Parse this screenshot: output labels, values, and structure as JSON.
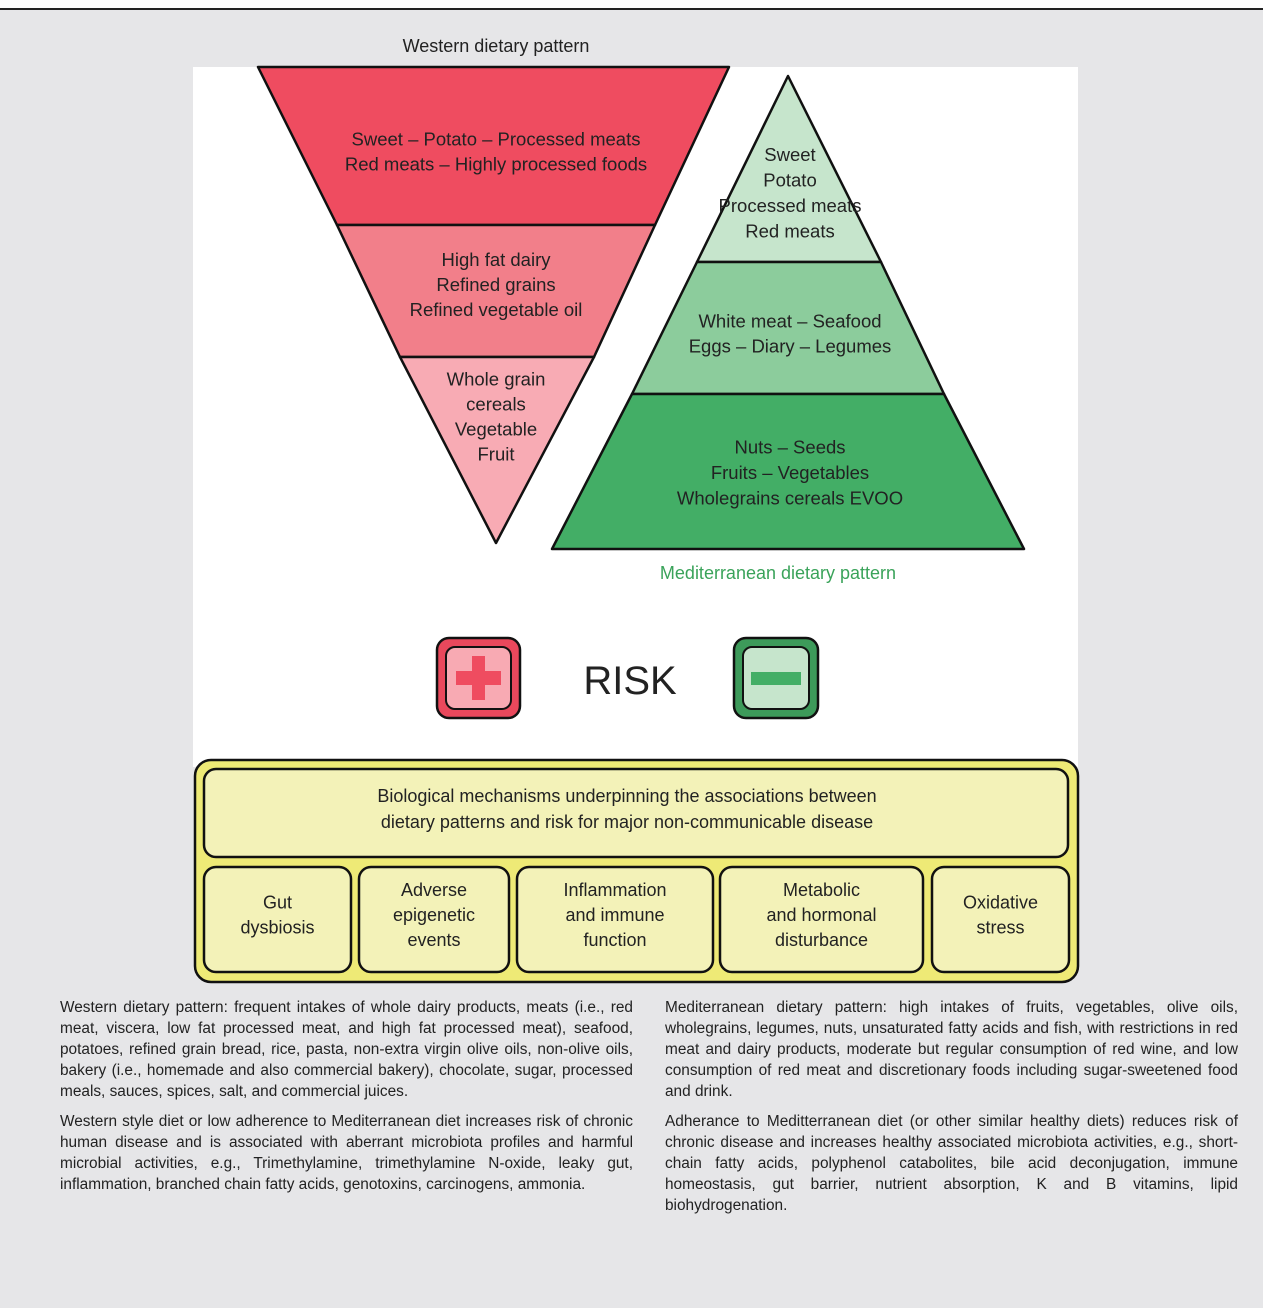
{
  "western": {
    "title": "Western dietary pattern",
    "tiers": [
      {
        "lines": [
          "Sweet – Potato – Processed meats",
          "Red meats – Highly processed foods"
        ]
      },
      {
        "lines": [
          "High fat dairy",
          "Refined grains",
          "Refined vegetable oil"
        ]
      },
      {
        "lines": [
          "Whole grain",
          "cereals",
          "Vegetable",
          "Fruit"
        ]
      }
    ],
    "colors": {
      "tier1": "#ef4c60",
      "tier2": "#f27f8a",
      "tier3": "#f8abb4",
      "outline": "#111111"
    }
  },
  "mediterranean": {
    "title": "Mediterranean dietary pattern",
    "title_color": "#3aa35a",
    "tiers": [
      {
        "lines": [
          "Sweet",
          "Potato",
          "Processed meats",
          "Red meats"
        ]
      },
      {
        "lines": [
          "White meat – Seafood",
          "Eggs – Diary – Legumes"
        ]
      },
      {
        "lines": [
          "Nuts – Seeds",
          "Fruits – Vegetables",
          "Wholegrains cereals EVOO"
        ]
      }
    ],
    "colors": {
      "tier1": "#c6e5cc",
      "tier2": "#8ccc9c",
      "tier3": "#43ae66",
      "outline": "#111111"
    }
  },
  "risk": {
    "label": "RISK",
    "plus_icon": "plus-icon",
    "minus_icon": "minus-icon",
    "plus_colors": {
      "border": "#e9485c",
      "fill": "#f8aab3",
      "symbol": "#ef4c60"
    },
    "minus_colors": {
      "border": "#3d9a5a",
      "fill": "#c6e5cc",
      "symbol": "#43ae66"
    }
  },
  "mechanisms": {
    "header_lines": [
      "Biological mechanisms underpinning the associations between",
      "dietary patterns and risk for major non-communicable disease"
    ],
    "items": [
      {
        "lines": [
          "Gut",
          "dysbiosis"
        ]
      },
      {
        "lines": [
          "Adverse",
          "epigenetic",
          "events"
        ]
      },
      {
        "lines": [
          "Inflammation",
          "and immune",
          "function"
        ]
      },
      {
        "lines": [
          "Metabolic",
          "and hormonal",
          "disturbance"
        ]
      },
      {
        "lines": [
          "Oxidative",
          "stress"
        ]
      }
    ],
    "colors": {
      "panel": "#eeea76",
      "box": "#f3f2b8",
      "outline": "#111111"
    }
  },
  "captions": {
    "left": [
      "Western dietary pattern: frequent intakes of whole dairy products, meats (i.e., red meat, viscera, low fat processed meat, and high fat processed meat), seafood, potatoes, refined grain bread, rice, pasta, non-extra virgin olive oils, non-olive oils, bakery (i.e., homemade and also commercial bakery), chocolate, sugar, processed meals, sauces, spices, salt, and commercial juices.",
      "Western style diet or low adherence to Mediterranean diet increases risk of chronic human disease and is associated with aberrant microbiota profiles and harmful microbial activities, e.g., Trimethylamine, trimethylamine N-oxide, leaky gut, inflammation, branched chain fatty acids, genotoxins, carcinogens, ammonia."
    ],
    "right": [
      "Mediterranean dietary pattern: high intakes of fruits, vegetables, olive oils, wholegrains, legumes, nuts, unsaturated fatty acids and fish, with restrictions in red meat and dairy products, moderate but regular consumption of red wine, and low consumption of red meat and discretionary foods including sugar-sweetened food and drink.",
      "Adherance to Meditterranean diet (or other similar healthy diets) reduces risk of chronic disease and increases healthy associated microbiota activities, e.g., short-chain fatty acids, polyphenol catabolites, bile acid deconjugation, immune homeostasis, gut barrier, nutrient absorption, K and B vitamins, lipid biohydrogenation."
    ]
  }
}
